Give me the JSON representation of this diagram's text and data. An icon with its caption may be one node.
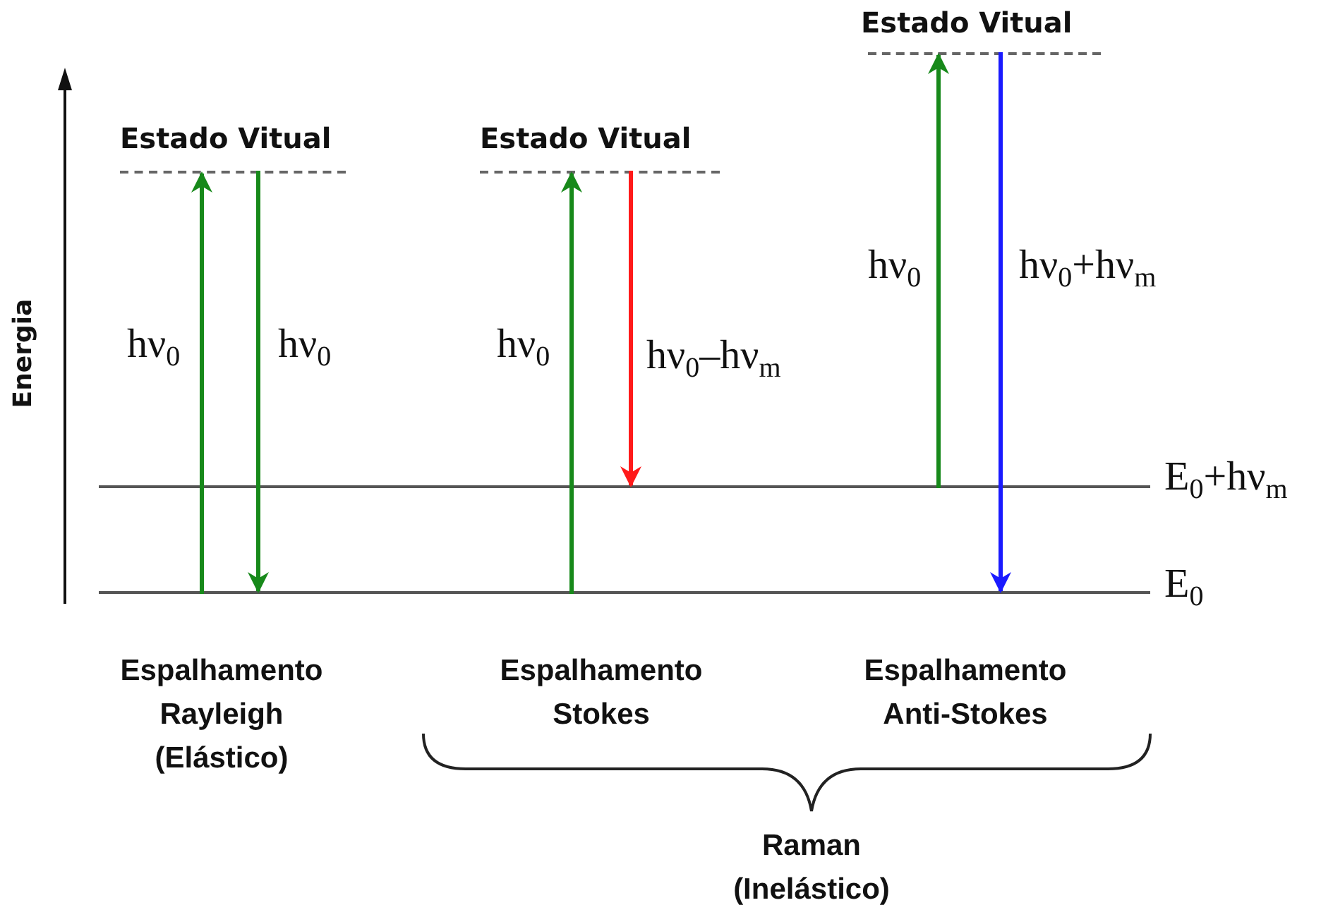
{
  "diagram": {
    "nodes": [
      {
        "text": [],
        "shape": "line",
        "beside": [
          "Estado Vitual"
        ]
      },
      {
        "text": [],
        "shape": "line",
        "beside": [
          "Estado Vitual"
        ]
      },
      {
        "text": [],
        "shape": "line",
        "beside": [
          "Estado Vitual"
        ]
      },
      {
        "text": [],
        "shape": "line",
        "beside": [
          "E$_{0}$+hν$_{m}$"
        ]
      },
      {
        "text": [],
        "shape": "line",
        "beside": [
          "E$_{0}$"
        ]
      }
    ],
    "edges": [
      {
        "from": 4,
        "to": 0,
        "arrow": "to",
        "label": "hν$_{0}$",
        "color": "#17891a"
      },
      {
        "from": 0,
        "to": 4,
        "arrow": "to",
        "label": "hν$_{0}$",
        "color": "#17891a"
      },
      {
        "from": 4,
        "to": 1,
        "arrow": "to",
        "label": "hν$_{0}$",
        "color": "#17891a"
      },
      {
        "from": 1,
        "to": 3,
        "arrow": "to",
        "label": "hν$_{0}$–hν$_{m}$",
        "color": "#ff1a1a"
      },
      {
        "from": 3,
        "to": 2,
        "arrow": "to",
        "label": "hν$_{0}$",
        "color": "#17891a"
      },
      {
        "from": 2,
        "to": 4,
        "arrow": "to",
        "label": "hν$_{0}$+hν$_{m}$",
        "color": "#1a1aff"
      }
    ],
    "labels": [
      "Energia",
      "Espalhamento Rayleigh (Elástico)",
      "Espalhamento Stokes",
      "Espalhamento Anti-Stokes",
      "Raman (Inelástico)"
    ]
  }
}
